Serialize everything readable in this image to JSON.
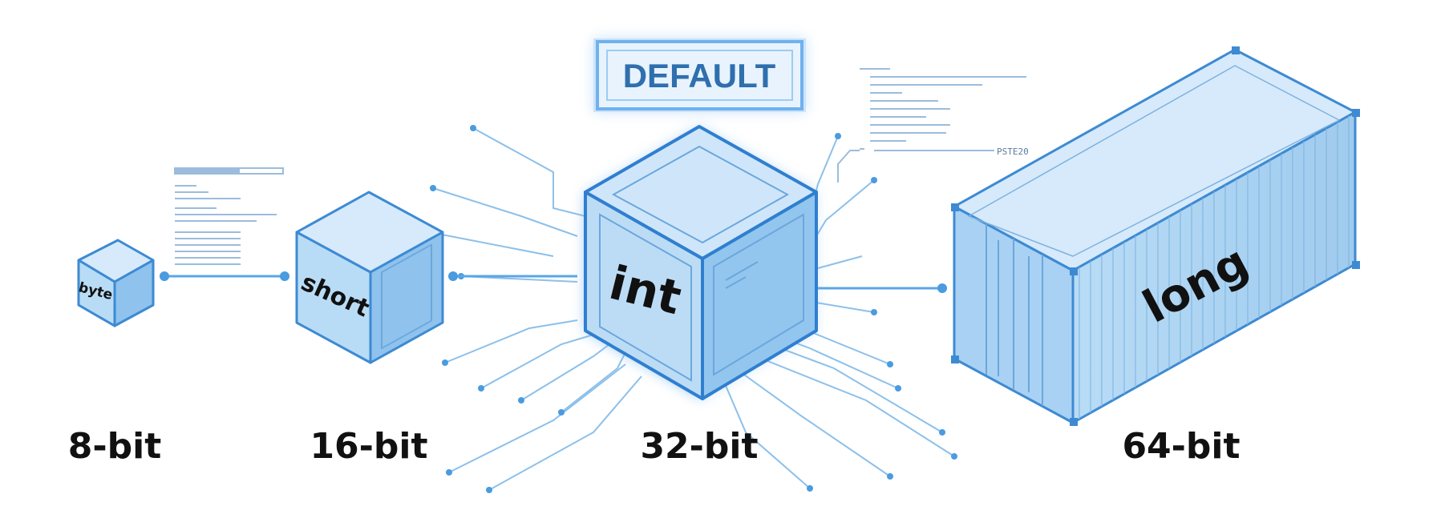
{
  "badge": {
    "text": "DEFAULT"
  },
  "boxes": [
    {
      "name": "byte",
      "bits": "8-bit"
    },
    {
      "name": "short",
      "bits": "16-bit"
    },
    {
      "name": "int",
      "bits": "32-bit"
    },
    {
      "name": "long",
      "bits": "64-bit"
    }
  ],
  "side_note": {
    "text": "PSTE20"
  },
  "colors": {
    "accent": "#4a9be0",
    "face_light": "#d6eafb",
    "face_mid": "#a9d1f3",
    "face_dark": "#7fb6e6",
    "edge": "#3d8ad3",
    "line": "#6fb0e6"
  }
}
